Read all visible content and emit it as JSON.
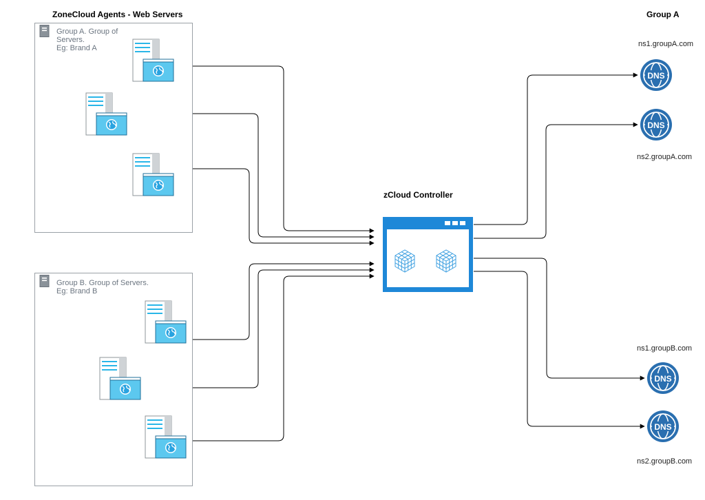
{
  "diagram": {
    "title": "ZoneCloud Agents - Web Servers",
    "controller_label": "zCloud Controller",
    "group_a_heading": "Group A",
    "group_a": {
      "label_line1": "Group A. Group of",
      "label_line2": "Servers.",
      "label_line3": "Eg: Brand A"
    },
    "group_b": {
      "label_line1": "Group B. Group of Servers.",
      "label_line2": "Eg: Brand B"
    },
    "dns_servers": [
      {
        "name": "ns1.groupA.com",
        "icon_text": "DNS"
      },
      {
        "name": "ns2.groupA.com",
        "icon_text": "DNS"
      },
      {
        "name": "ns1.groupB.com",
        "icon_text": "DNS"
      },
      {
        "name": "ns2.groupB.com",
        "icon_text": "DNS"
      }
    ],
    "web_server_icon": "web-server-icon",
    "controller_icon": "application-cube-icon",
    "dns_icon": "dns-globe-icon",
    "colors": {
      "azure_blue": "#1e88d8",
      "server_cyan": "#29b6e8",
      "dns_blue": "#2a6fb0",
      "group_border": "#9aa0a6"
    }
  }
}
